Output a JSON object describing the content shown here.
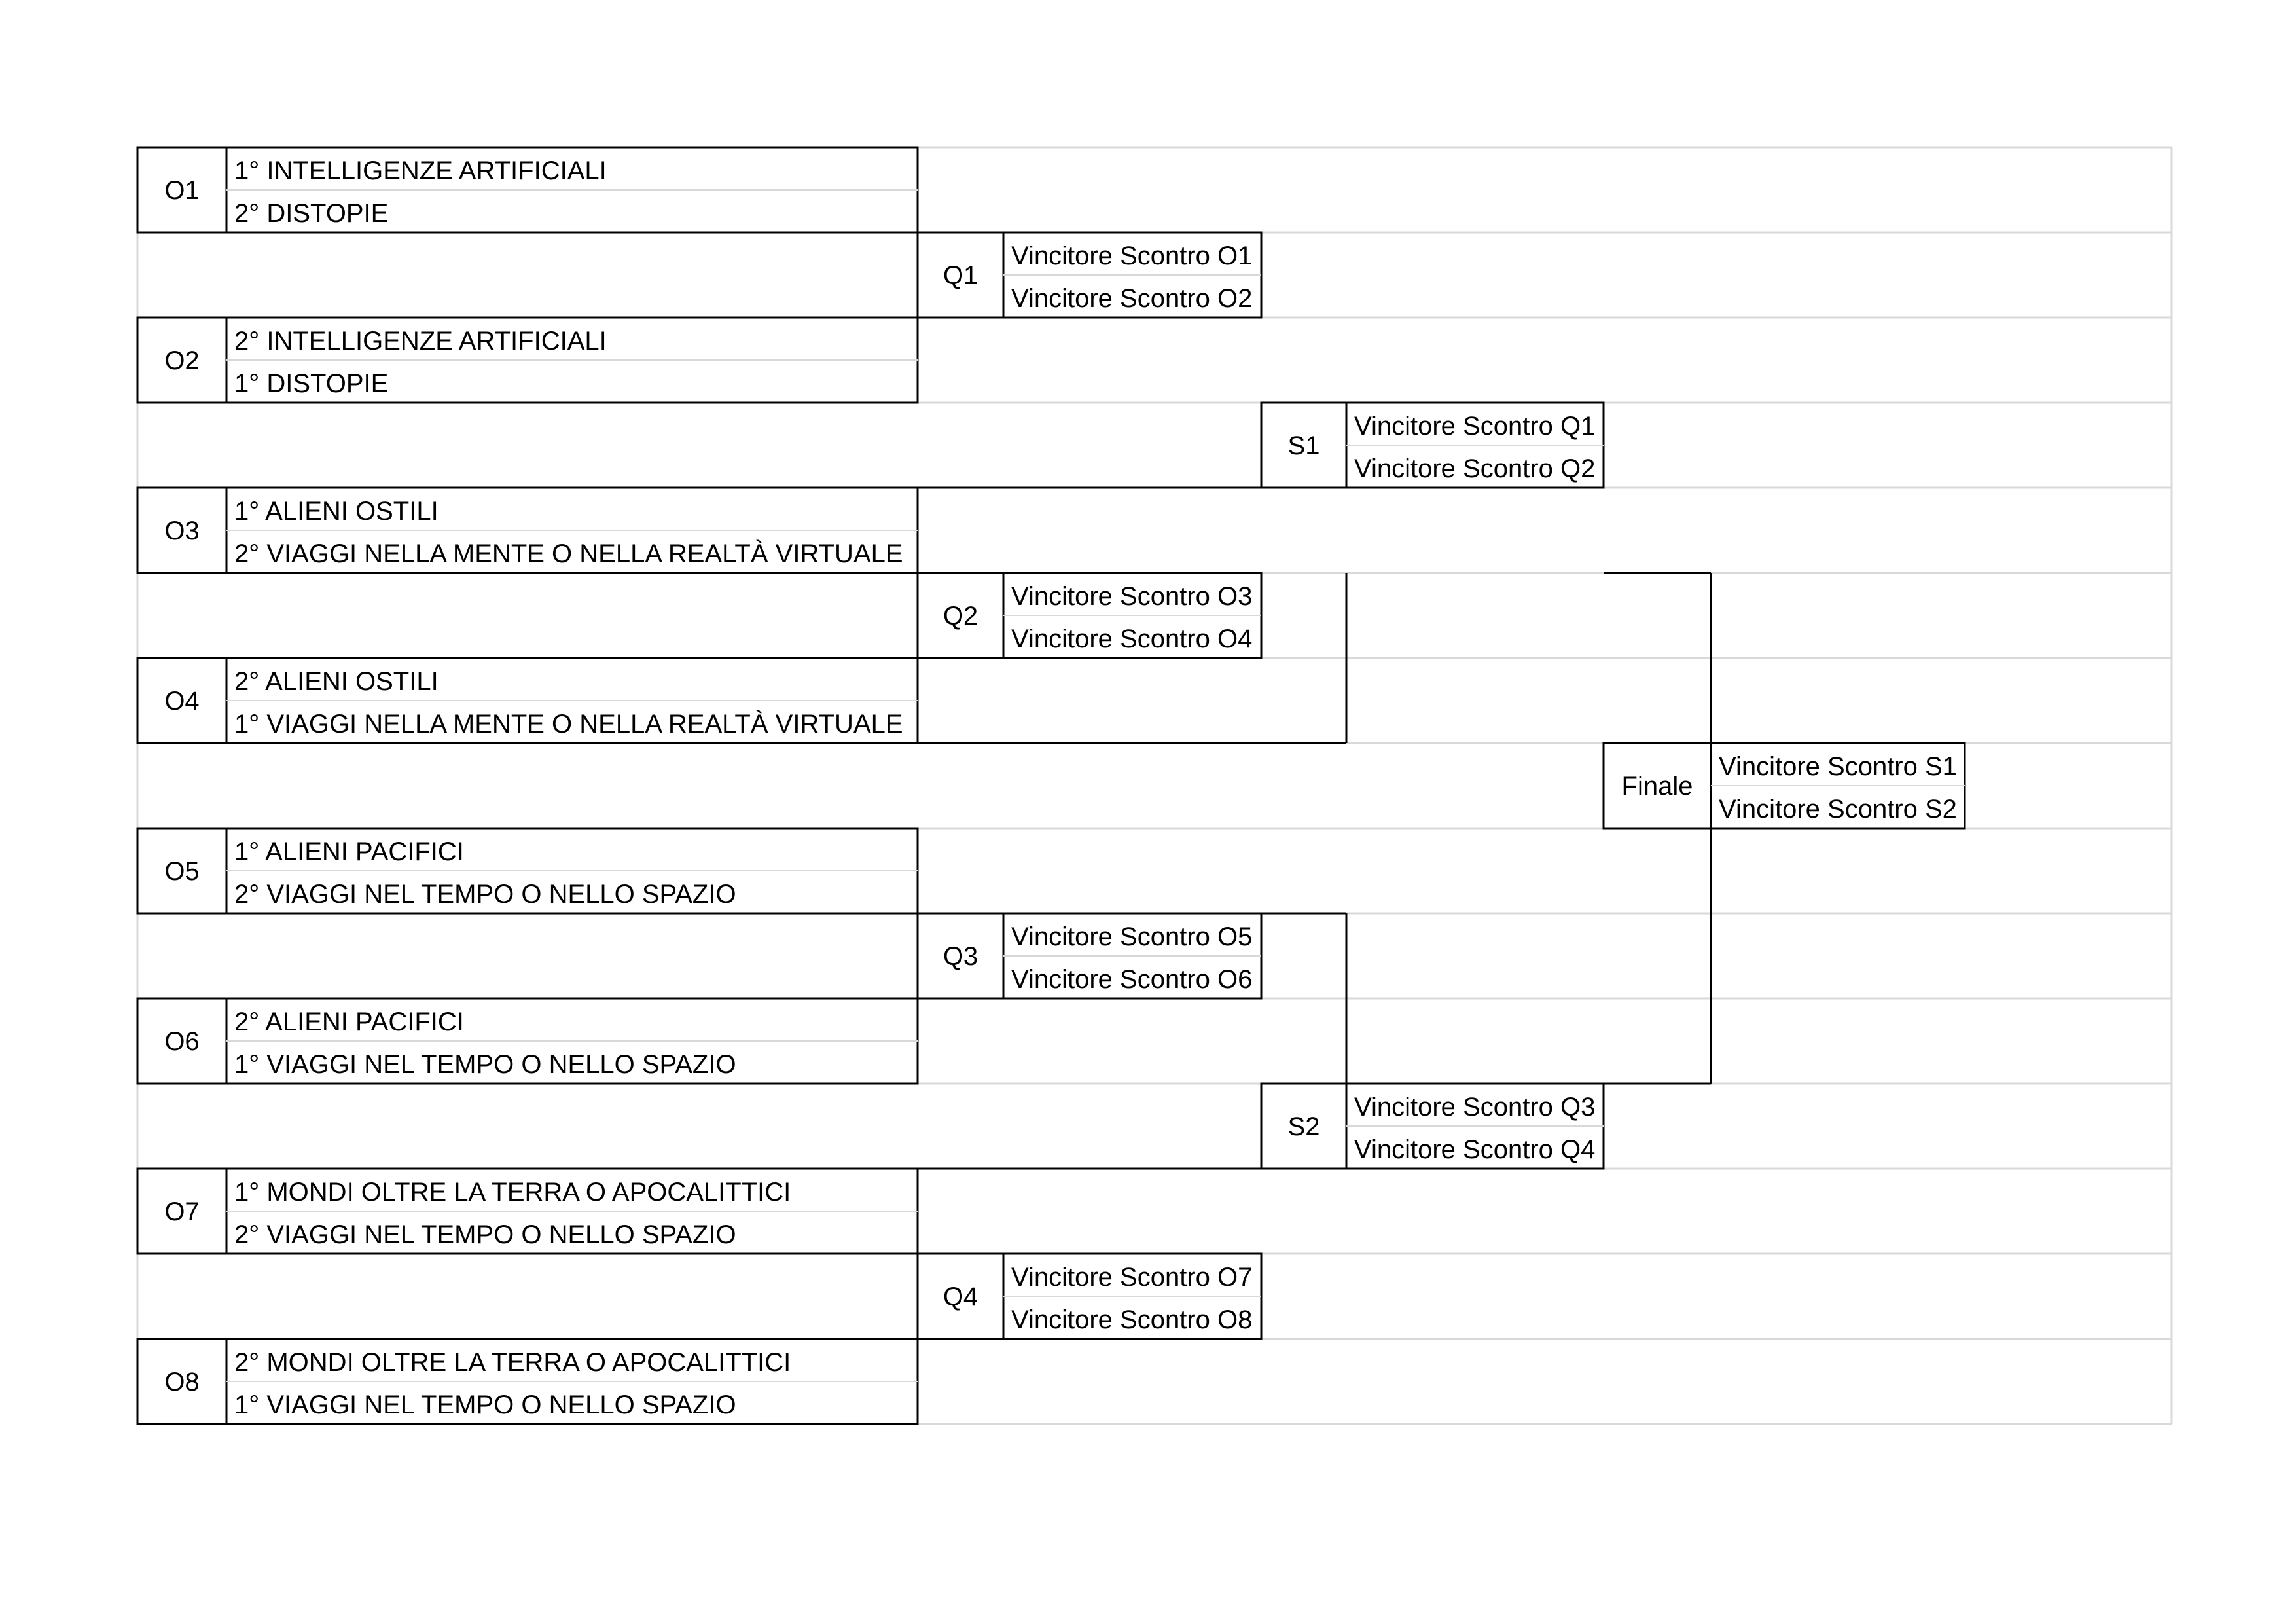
{
  "round_of_16": [
    {
      "label": "O1",
      "team1": "1° INTELLIGENZE ARTIFICIALI",
      "team2": "2° DISTOPIE"
    },
    {
      "label": "O2",
      "team1": "2° INTELLIGENZE ARTIFICIALI",
      "team2": "1° DISTOPIE"
    },
    {
      "label": "O3",
      "team1": "1° ALIENI OSTILI",
      "team2": "2° VIAGGI NELLA MENTE O NELLA REALTÀ VIRTUALE"
    },
    {
      "label": "O4",
      "team1": "2° ALIENI OSTILI",
      "team2": "1° VIAGGI NELLA MENTE O NELLA REALTÀ VIRTUALE"
    },
    {
      "label": "O5",
      "team1": "1° ALIENI PACIFICI",
      "team2": "2° VIAGGI NEL TEMPO O NELLO SPAZIO"
    },
    {
      "label": "O6",
      "team1": "2° ALIENI PACIFICI",
      "team2": "1° VIAGGI NEL TEMPO O NELLO SPAZIO"
    },
    {
      "label": "O7",
      "team1": "1° MONDI OLTRE LA TERRA O APOCALITTICI",
      "team2": "2° VIAGGI NEL TEMPO O NELLO SPAZIO"
    },
    {
      "label": "O8",
      "team1": "2° MONDI OLTRE LA TERRA O APOCALITTICI",
      "team2": "1° VIAGGI NEL TEMPO O NELLO SPAZIO"
    }
  ],
  "quarterfinals": [
    {
      "label": "Q1",
      "team1": "Vincitore Scontro O1",
      "team2": "Vincitore Scontro O2"
    },
    {
      "label": "Q2",
      "team1": "Vincitore Scontro O3",
      "team2": "Vincitore Scontro O4"
    },
    {
      "label": "Q3",
      "team1": "Vincitore Scontro O5",
      "team2": "Vincitore Scontro O6"
    },
    {
      "label": "Q4",
      "team1": "Vincitore Scontro O7",
      "team2": "Vincitore Scontro O8"
    }
  ],
  "semifinals": [
    {
      "label": "S1",
      "team1": "Vincitore Scontro Q1",
      "team2": "Vincitore Scontro Q2"
    },
    {
      "label": "S2",
      "team1": "Vincitore Scontro Q3",
      "team2": "Vincitore Scontro Q4"
    }
  ],
  "final": {
    "label": "Finale",
    "team1": "Vincitore Scontro S1",
    "team2": "Vincitore Scontro S2"
  },
  "colors": {
    "border": "#000000",
    "grid": "#d9d9d9",
    "background": "#ffffff"
  }
}
